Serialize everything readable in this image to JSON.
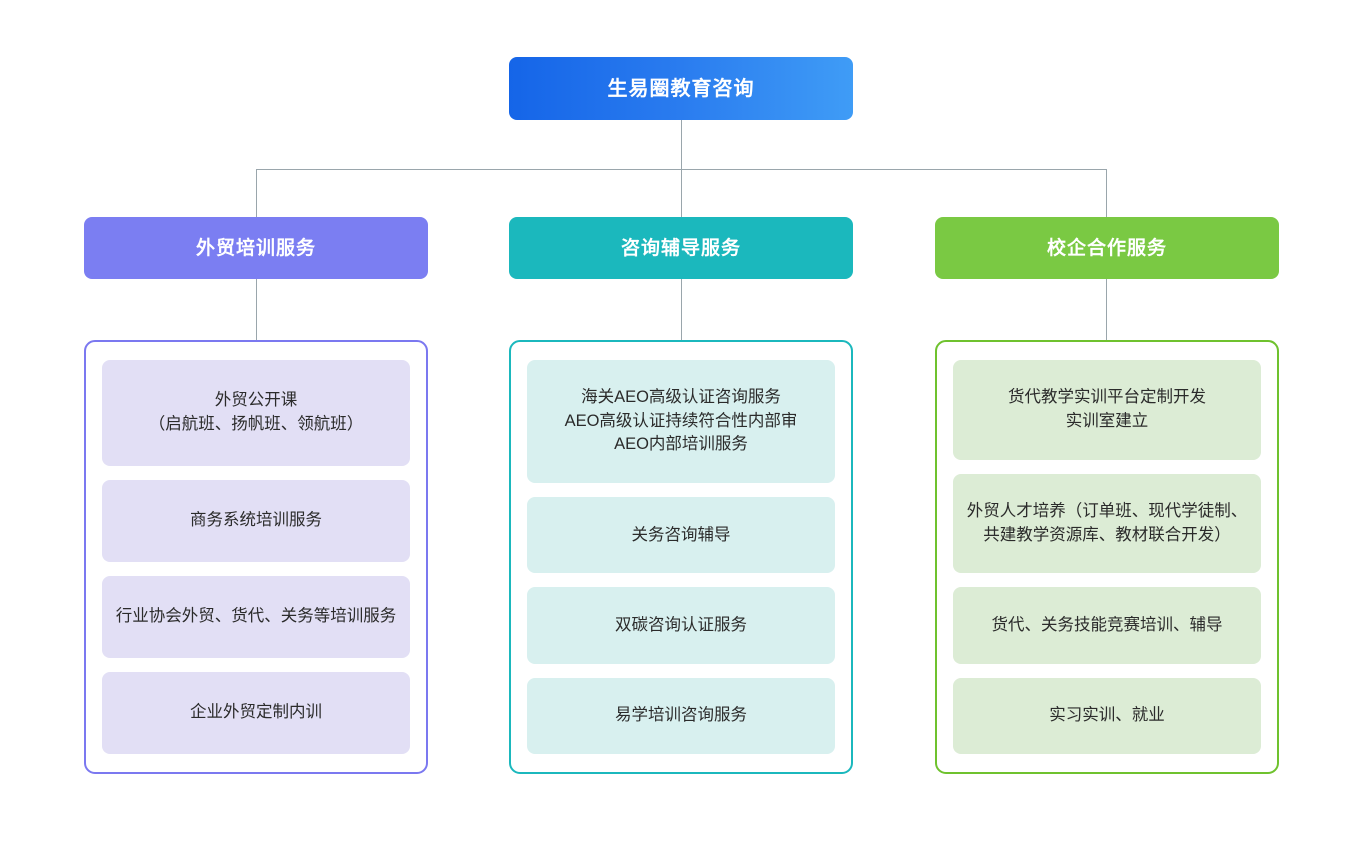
{
  "diagram": {
    "type": "organization-chart",
    "orientation": "top-down",
    "root": {
      "label": "生易圈教育咨询",
      "color_start": "#1565e8",
      "color_end": "#3f9cf6",
      "text_color": "#ffffff"
    },
    "connector_color": "#9aa6ac",
    "branches": [
      {
        "id": "branch-foreign-trade-training",
        "header_label": "外贸培训服务",
        "header_color": "#7b7ef2",
        "border_color": "#7b78f0",
        "card_color": "#e2dff5",
        "items": [
          {
            "label": "外贸公开课\n（启航班、扬帆班、领航班）"
          },
          {
            "label": "商务系统培训服务"
          },
          {
            "label": "行业协会外贸、货代、关务等培训服务"
          },
          {
            "label": "企业外贸定制内训"
          }
        ]
      },
      {
        "id": "branch-consulting-tutoring",
        "header_label": "咨询辅导服务",
        "header_color": "#1bb8bd",
        "border_color": "#1bb8bd",
        "card_color": "#d8f0ef",
        "items": [
          {
            "label": "海关AEO高级认证咨询服务\nAEO高级认证持续符合性内部审\nAEO内部培训服务"
          },
          {
            "label": "关务咨询辅导"
          },
          {
            "label": "双碳咨询认证服务"
          },
          {
            "label": "易学培训咨询服务"
          }
        ]
      },
      {
        "id": "branch-school-enterprise",
        "header_label": "校企合作服务",
        "header_color": "#7ac943",
        "border_color": "#6fc22e",
        "card_color": "#dcecd5",
        "items": [
          {
            "label": "货代教学实训平台定制开发\n实训室建立"
          },
          {
            "label": "外贸人才培养（订单班、现代学徒制、共建教学资源库、教材联合开发）"
          },
          {
            "label": "货代、关务技能竞赛培训、辅导"
          },
          {
            "label": "实习实训、就业"
          }
        ]
      }
    ]
  }
}
